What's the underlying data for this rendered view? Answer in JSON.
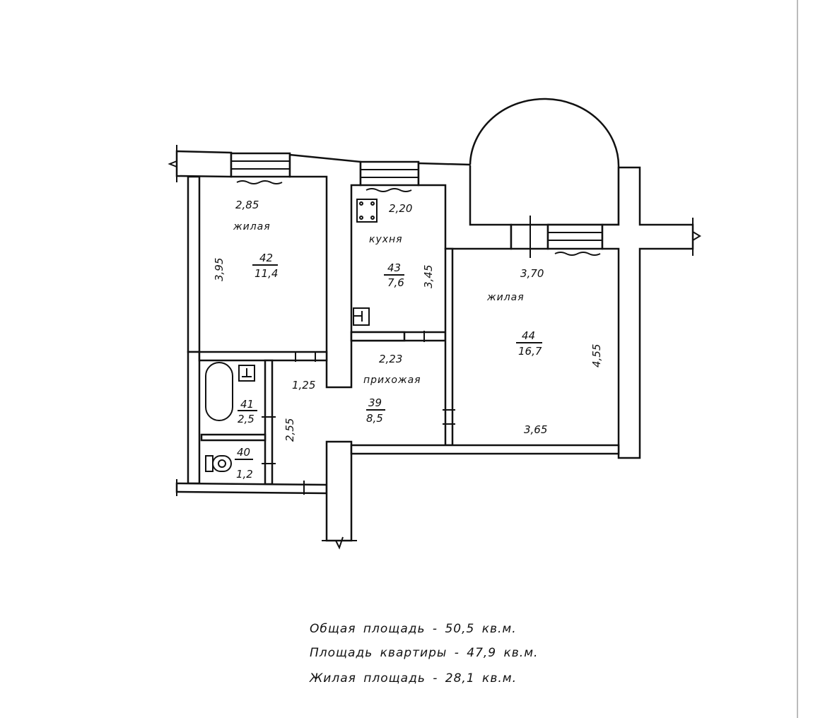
{
  "rooms": [
    {
      "id": "42",
      "name": "жилая",
      "number": "42",
      "area": "11,4",
      "dims": [
        "2,85",
        "3,95"
      ]
    },
    {
      "id": "43",
      "name": "кухня",
      "number": "43",
      "area": "7,6",
      "dims": [
        "2,20",
        "3,45"
      ]
    },
    {
      "id": "44",
      "name": "жилая",
      "number": "44",
      "area": "16,7",
      "dims": [
        "3,70",
        "4,55",
        "3,65"
      ]
    },
    {
      "id": "39",
      "name": "прихожая",
      "number": "39",
      "area": "8,5",
      "dims": [
        "2,23",
        "1,25",
        "2,55"
      ]
    },
    {
      "id": "41",
      "number": "41",
      "area": "2,5"
    },
    {
      "id": "40",
      "number": "40",
      "area": "1,2"
    }
  ],
  "summary": [
    "Общая площадь - 50,5  кв.м.",
    "Площадь квартиры - 47,9  кв.м.",
    "Жилая площадь - 28,1  кв.м."
  ]
}
